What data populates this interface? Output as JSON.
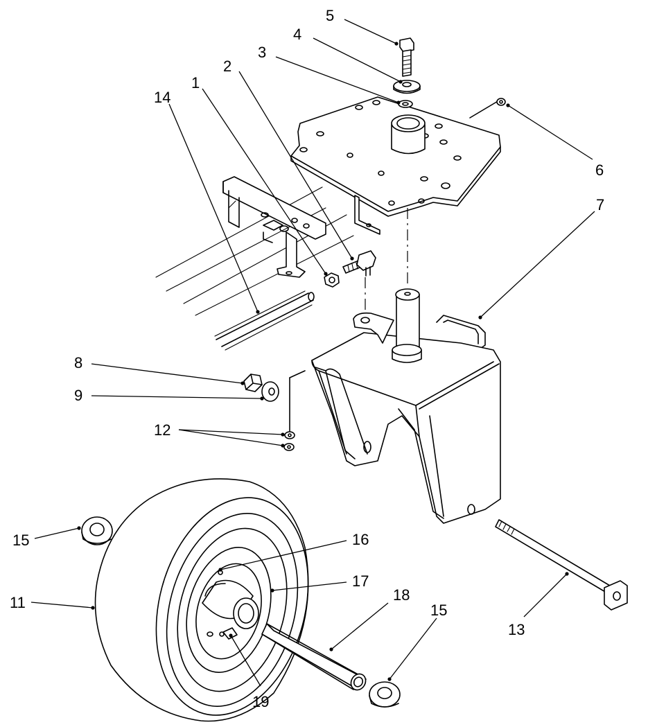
{
  "diagram": {
    "callouts": [
      {
        "id": "c5",
        "text": "5"
      },
      {
        "id": "c4",
        "text": "4"
      },
      {
        "id": "c3",
        "text": "3"
      },
      {
        "id": "c2",
        "text": "2"
      },
      {
        "id": "c1",
        "text": "1"
      },
      {
        "id": "c14",
        "text": "14"
      },
      {
        "id": "c6",
        "text": "6"
      },
      {
        "id": "c7",
        "text": "7"
      },
      {
        "id": "c8",
        "text": "8"
      },
      {
        "id": "c9",
        "text": "9"
      },
      {
        "id": "c12",
        "text": "12"
      },
      {
        "id": "c15a",
        "text": "15"
      },
      {
        "id": "c16",
        "text": "16"
      },
      {
        "id": "c17",
        "text": "17"
      },
      {
        "id": "c11",
        "text": "11"
      },
      {
        "id": "c18",
        "text": "18"
      },
      {
        "id": "c15b",
        "text": "15"
      },
      {
        "id": "c13",
        "text": "13"
      },
      {
        "id": "c19",
        "text": "19"
      }
    ]
  }
}
